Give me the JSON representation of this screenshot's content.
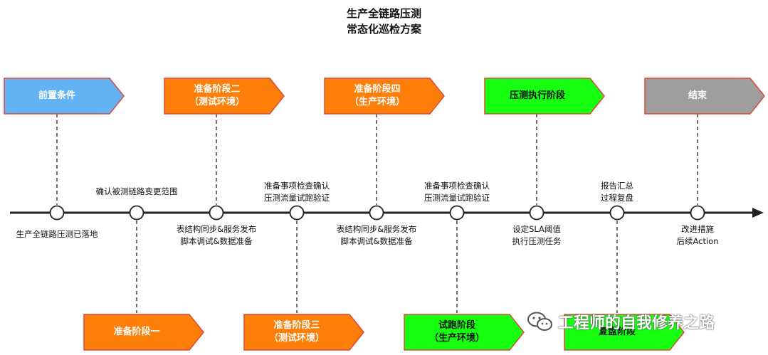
{
  "title": {
    "line1": "生产全链路压测",
    "line2": "常态化巡检方案"
  },
  "colors": {
    "blue": "#63b3f4",
    "orange": "#fd7e08",
    "green": "#16ff10",
    "gray": "#9e9e9e",
    "outline": "#d94a3c",
    "axis": "#222222"
  },
  "phases_top": [
    {
      "line1": "前置条件",
      "line2": "",
      "color": "blue"
    },
    {
      "line1": "准备阶段二",
      "line2": "（测试环境）",
      "color": "orange"
    },
    {
      "line1": "准备阶段四",
      "line2": "（生产环境）",
      "color": "orange"
    },
    {
      "line1": "压测执行阶段",
      "line2": "",
      "color": "green"
    },
    {
      "line1": "结束",
      "line2": "",
      "color": "gray"
    }
  ],
  "phases_bottom": [
    {
      "line1": "准备阶段一",
      "line2": "",
      "color": "orange"
    },
    {
      "line1": "准备阶段三",
      "line2": "（测试环境）",
      "color": "orange"
    },
    {
      "line1": "试跑阶段",
      "line2": "（生产环境）",
      "color": "green"
    },
    {
      "line1": "复盘阶段",
      "line2": "",
      "color": "green"
    }
  ],
  "annotations_above": {
    "a1": "确认被测链路变更范围",
    "a2_line1": "准备事项检查确认",
    "a2_line2": "压测流量试跑验证",
    "a3_line1": "准备事项检查确认",
    "a3_line2": "压测流量试跑验证",
    "a4_line1": "报告汇总",
    "a4_line2": "过程复盘"
  },
  "annotations_below": {
    "b1": "生产全链路压测已落地",
    "b2_line1": "表结构同步&服务发布",
    "b2_line2": "脚本调试&数据准备",
    "b3_line1": "表结构同步&服务发布",
    "b3_line2": "脚本调试&数据准备",
    "b4_line1": "设定SLA阈值",
    "b4_line2": "执行压测任务",
    "b5_line1": "改进措施",
    "b5_line2": "后续Action"
  },
  "watermark": {
    "icon": "wechat-icon",
    "text": "工程师的自我修养之路"
  }
}
